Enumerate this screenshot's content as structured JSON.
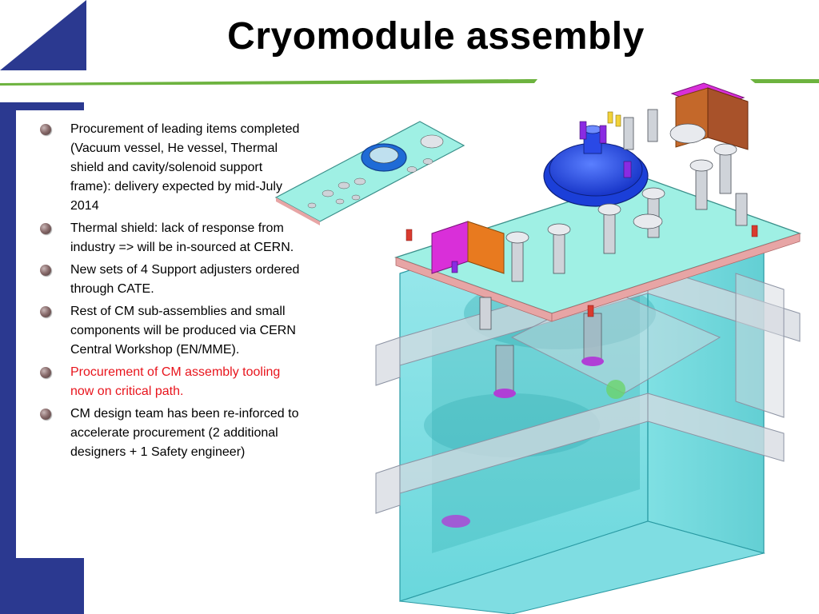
{
  "slide": {
    "title": "Cryomodule assembly",
    "accent_colors": {
      "navy": "#2b3990",
      "green": "#6db33f",
      "critical_text": "#e8141c"
    }
  },
  "bullets": [
    {
      "text": "Procurement of leading items completed (Vacuum vessel, He vessel, Thermal shield and cavity/solenoid support frame): delivery expected by mid-July 2014",
      "style": "normal"
    },
    {
      "text": "Thermal shield: lack of response from industry => will be in-sourced at CERN.",
      "style": "normal"
    },
    {
      "text": "New sets of 4 Support adjusters ordered through CATE.",
      "style": "normal"
    },
    {
      "text": "Rest of CM sub-assemblies and small components will be produced via CERN Central Workshop (EN/MME).",
      "style": "normal"
    },
    {
      "text": "Procurement of CM assembly tooling now on critical path.",
      "style": "critical"
    },
    {
      "text": "CM design team has been re-inforced to accelerate procurement (2 additional designers + 1 Safety engineer)",
      "style": "normal"
    }
  ],
  "illustration": {
    "name": "cryomodule-3d-cad-render"
  }
}
